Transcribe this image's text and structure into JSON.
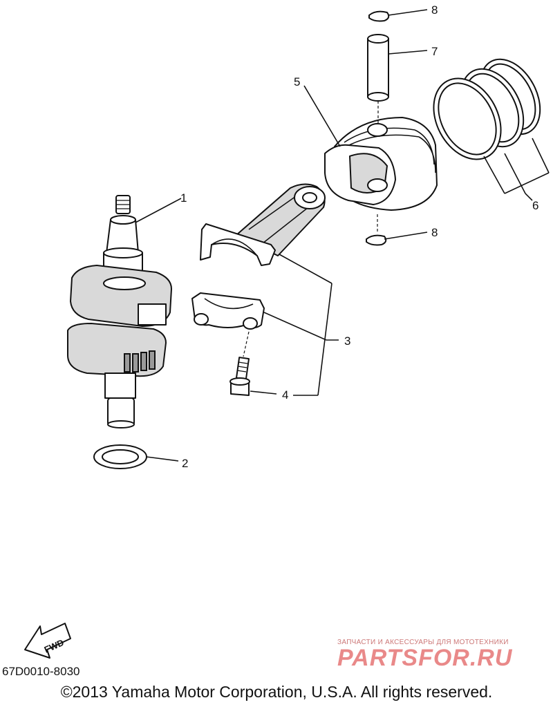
{
  "callouts": {
    "c1": "1",
    "c2": "2",
    "c3": "3",
    "c4": "4",
    "c5": "5",
    "c6": "6",
    "c7": "7",
    "c8a": "8",
    "c8b": "8"
  },
  "fwd_label": "FWD",
  "diagram_code": "67D0010-8030",
  "copyright": "©2013 Yamaha Motor Corporation, U.S.A. All rights reserved.",
  "watermark": {
    "tagline": "ЗАПЧАСТИ И АКСЕССУАРЫ ДЛЯ МОТОТЕХНИКИ",
    "logo": "PARTSFOR.RU",
    "color": "#d72828"
  }
}
